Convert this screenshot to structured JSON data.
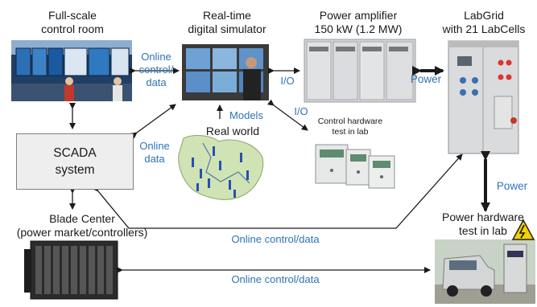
{
  "nodes": {
    "control_room": {
      "line1": "Full-scale",
      "line2": "control room"
    },
    "simulator": {
      "line1": "Real-time",
      "line2": "digital simulator"
    },
    "amplifier": {
      "line1": "Power amplifier",
      "line2": "150 kW (1.2 MW)"
    },
    "labgrid": {
      "line1": "LabGrid",
      "line2": "with 21 LabCells"
    },
    "scada": {
      "line1": "SCADA",
      "line2": "system"
    },
    "real_world": {
      "label": "Real world"
    },
    "control_hw": {
      "line1": "Control hardware",
      "line2": "test in lab"
    },
    "blade_center": {
      "line1": "Blade Center",
      "line2": "(power market/controllers)"
    },
    "power_hw": {
      "line1": "Power hardware",
      "line2": "test in lab"
    }
  },
  "edge_labels": {
    "online_control_data_top": {
      "line1": "Online",
      "line2": "control/",
      "line3": "data"
    },
    "online_data": {
      "line1": "Online",
      "line2": "data"
    },
    "io_top": "I/O",
    "io_right": "I/O",
    "models": "Models",
    "power_top": "Power",
    "power_right": "Power",
    "online_control_data_mid": "Online control/data",
    "online_control_data_bottom": "Online control/data"
  },
  "colors": {
    "accent_text": "#2e74b5",
    "arrow": "#1a1a1a",
    "box_fill": "#eeeeee",
    "box_border": "#7f7f7f"
  }
}
